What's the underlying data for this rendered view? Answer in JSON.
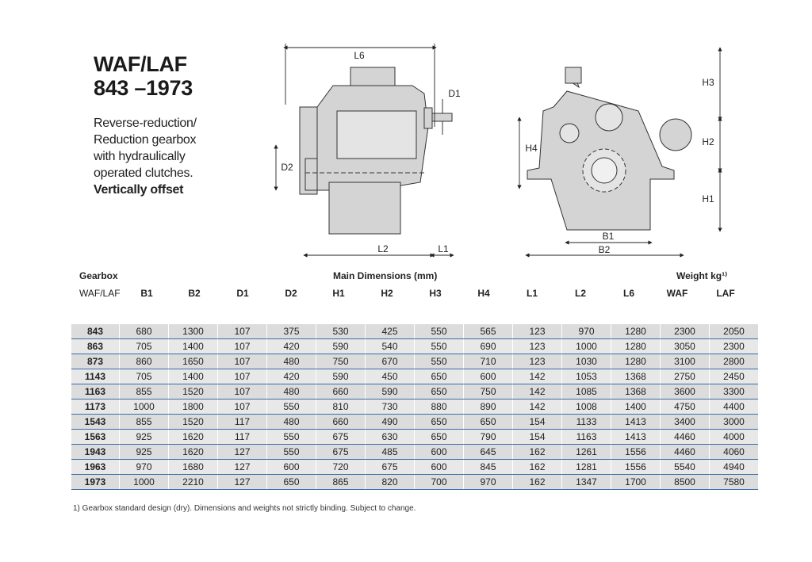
{
  "title_line1": "WAF/LAF",
  "title_line2": "843 –1973",
  "desc_lines": [
    "Reverse-reduction/",
    "Reduction gearbox",
    "with hydraulically",
    "operated clutches."
  ],
  "desc_bold": "Vertically offset",
  "drawing_labels": {
    "L6": "L6",
    "D1": "D1",
    "D2": "D2",
    "L2": "L2",
    "L1": "L1",
    "H3": "H3",
    "H2": "H2",
    "H4": "H4",
    "H1": "H1",
    "B1": "B1",
    "B2": "B2"
  },
  "table_header": {
    "gearbox": "Gearbox",
    "gearbox_sub": "WAF/LAF",
    "main_dimensions": "Main Dimensions (mm)",
    "weight": "Weight kg¹⁾",
    "columns": [
      "B1",
      "B2",
      "D1",
      "D2",
      "H1",
      "H2",
      "H3",
      "H4",
      "L1",
      "L2",
      "L6",
      "WAF",
      "LAF"
    ]
  },
  "rows": [
    [
      "843",
      "680",
      "1300",
      "107",
      "375",
      "530",
      "425",
      "550",
      "565",
      "123",
      "970",
      "1280",
      "2300",
      "2050"
    ],
    [
      "863",
      "705",
      "1400",
      "107",
      "420",
      "590",
      "540",
      "550",
      "690",
      "123",
      "1000",
      "1280",
      "3050",
      "2300"
    ],
    [
      "873",
      "860",
      "1650",
      "107",
      "480",
      "750",
      "670",
      "550",
      "710",
      "123",
      "1030",
      "1280",
      "3100",
      "2800"
    ],
    [
      "1143",
      "705",
      "1400",
      "107",
      "420",
      "590",
      "450",
      "650",
      "600",
      "142",
      "1053",
      "1368",
      "2750",
      "2450"
    ],
    [
      "1163",
      "855",
      "1520",
      "107",
      "480",
      "660",
      "590",
      "650",
      "750",
      "142",
      "1085",
      "1368",
      "3600",
      "3300"
    ],
    [
      "1173",
      "1000",
      "1800",
      "107",
      "550",
      "810",
      "730",
      "880",
      "890",
      "142",
      "1008",
      "1400",
      "4750",
      "4400"
    ],
    [
      "1543",
      "855",
      "1520",
      "117",
      "480",
      "660",
      "490",
      "650",
      "650",
      "154",
      "1133",
      "1413",
      "3400",
      "3000"
    ],
    [
      "1563",
      "925",
      "1620",
      "117",
      "550",
      "675",
      "630",
      "650",
      "790",
      "154",
      "1163",
      "1413",
      "4460",
      "4000"
    ],
    [
      "1943",
      "925",
      "1620",
      "127",
      "550",
      "675",
      "485",
      "600",
      "645",
      "162",
      "1261",
      "1556",
      "4460",
      "4060"
    ],
    [
      "1963",
      "970",
      "1680",
      "127",
      "600",
      "720",
      "675",
      "600",
      "845",
      "162",
      "1281",
      "1556",
      "5540",
      "4940"
    ],
    [
      "1973",
      "1000",
      "2210",
      "127",
      "650",
      "865",
      "820",
      "700",
      "970",
      "162",
      "1347",
      "1700",
      "8500",
      "7580"
    ]
  ],
  "footnote": "1) Gearbox standard design (dry). Dimensions and weights not strictly binding. Subject to change."
}
